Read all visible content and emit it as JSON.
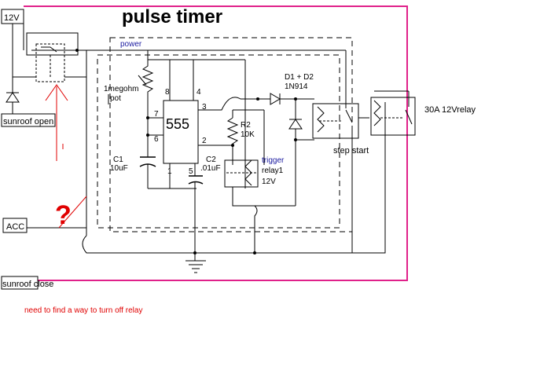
{
  "title": "pulse timer",
  "power_label": "power",
  "trigger_label": "trigger",
  "note": "need to find a way to turn off relay",
  "question_mark": "?",
  "terminals": {
    "v12": "12V",
    "sunroof_open": "sunroof open",
    "acc": "ACC",
    "sunroof_close": "sunroof close"
  },
  "components": {
    "pot": [
      "1megohm",
      "pot"
    ],
    "ic": "555",
    "pins": {
      "p8": "8",
      "p4": "4",
      "p3": "3",
      "p7": "7",
      "p6": "6",
      "p2": "2",
      "p1": "1",
      "p5": "5"
    },
    "c1": [
      "C1",
      "10uF"
    ],
    "c2": [
      "C2",
      ".01uF"
    ],
    "r2": [
      "R2",
      "10K"
    ],
    "diodes": [
      "D1 + D2",
      "1N914"
    ],
    "relay1": [
      "relay1",
      "12V"
    ],
    "step_start": "step start",
    "relay30a": "30A 12Vrelay"
  },
  "colors": {
    "wire": "#000000",
    "magenta": "#e0218a",
    "blue_label": "#1a1aa0",
    "red_note": "#e00000",
    "dashed": "#000000"
  }
}
